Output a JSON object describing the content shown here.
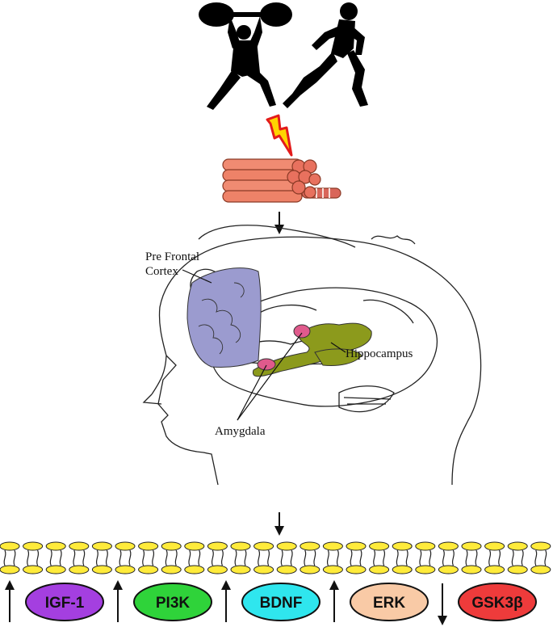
{
  "figure": {
    "icons": {
      "weightlifter": "weightlifter-silhouette-icon",
      "runner": "runner-silhouette-icon",
      "signal": "lightning-bolt-icon",
      "muscle": "muscle-fiber-bundle-icon",
      "head": "head-profile-brain-icon",
      "membrane": "lipid-bilayer-membrane-icon"
    },
    "brain_labels": {
      "prefrontal_line1": "Pre Frontal",
      "prefrontal_line2": "Cortex",
      "hippocampus": "Hippocampus",
      "amygdala": "Amygdala"
    },
    "region_colors": {
      "prefrontal": "#9b9bcf",
      "hippocampus": "#8c9a1c",
      "amygdala": "#e05a8c"
    },
    "molecules": [
      {
        "label": "IGF-1",
        "direction": "up",
        "color": "#a43fe0"
      },
      {
        "label": "PI3K",
        "direction": "up",
        "color": "#2fd33a"
      },
      {
        "label": "BDNF",
        "direction": "up",
        "color": "#2fe6ee"
      },
      {
        "label": "ERK",
        "direction": "up",
        "color": "#f9caa6"
      },
      {
        "label": "GSK3β",
        "direction": "down",
        "color": "#ee3b3b"
      }
    ]
  }
}
